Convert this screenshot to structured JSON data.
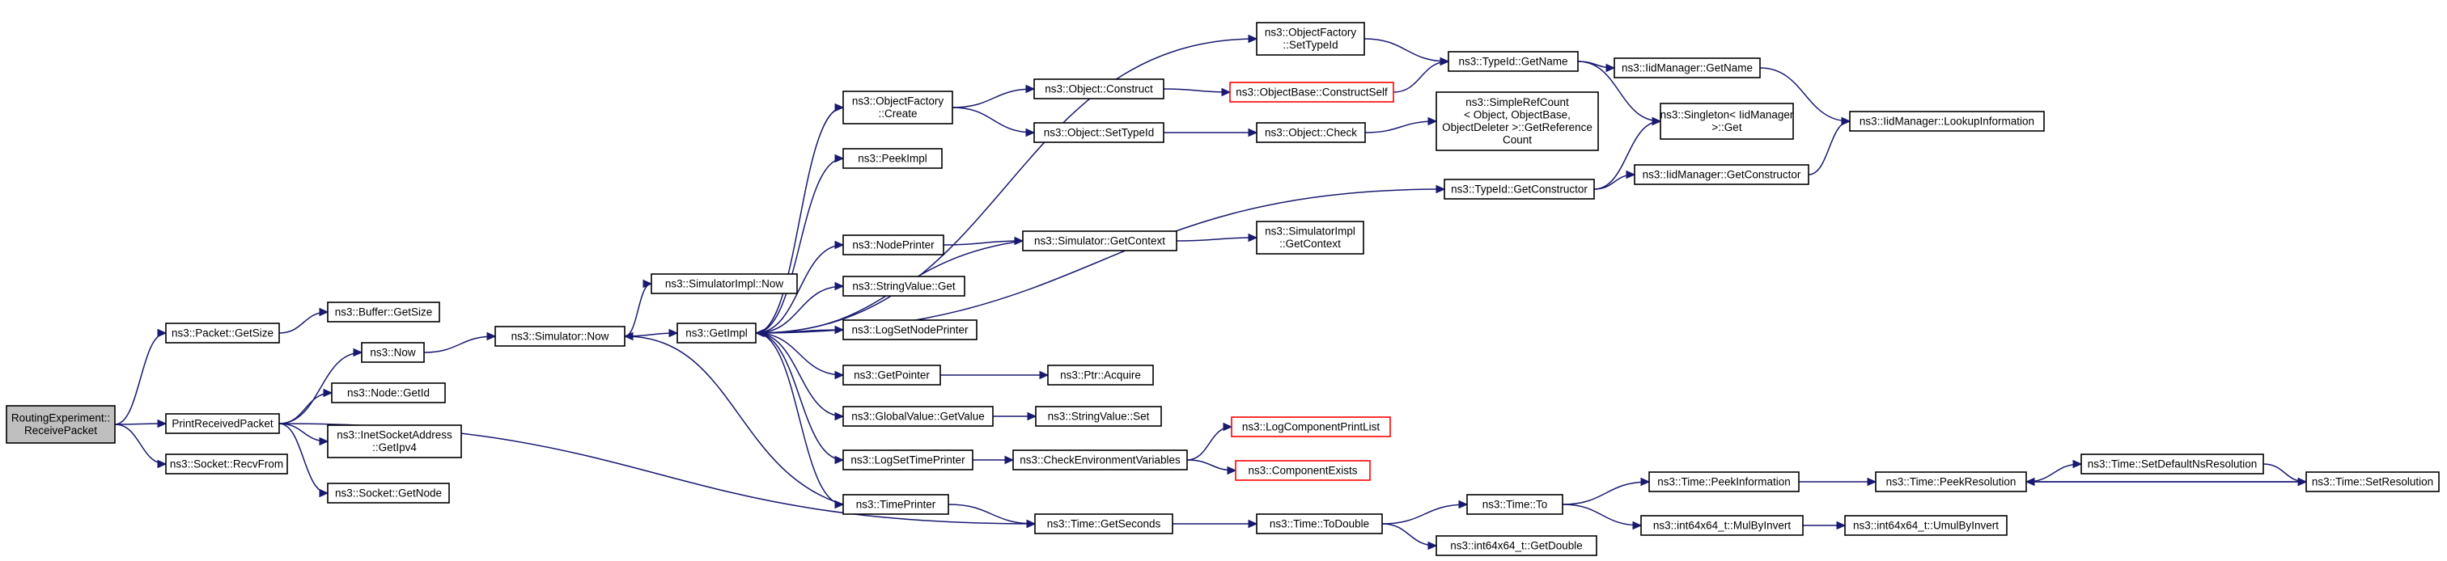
{
  "nodes": [
    {
      "id": "n0",
      "lines": [
        "RoutingExperiment::",
        "ReceivePacket"
      ],
      "style": "highlight"
    },
    {
      "id": "n1",
      "lines": [
        "ns3::Packet::GetSize"
      ],
      "style": "normal"
    },
    {
      "id": "n2",
      "lines": [
        "PrintReceivedPacket"
      ],
      "style": "normal"
    },
    {
      "id": "n3",
      "lines": [
        "ns3::Socket::RecvFrom"
      ],
      "style": "normal"
    },
    {
      "id": "n4",
      "lines": [
        "ns3::Buffer::GetSize"
      ],
      "style": "normal"
    },
    {
      "id": "n5",
      "lines": [
        "ns3::Now"
      ],
      "style": "normal"
    },
    {
      "id": "n6",
      "lines": [
        "ns3::Node::GetId"
      ],
      "style": "normal"
    },
    {
      "id": "n7",
      "lines": [
        "ns3::InetSocketAddress",
        "::GetIpv4"
      ],
      "style": "normal"
    },
    {
      "id": "n8",
      "lines": [
        "ns3::Socket::GetNode"
      ],
      "style": "normal"
    },
    {
      "id": "n9",
      "lines": [
        "ns3::Time::GetSeconds"
      ],
      "style": "normal"
    },
    {
      "id": "n10",
      "lines": [
        "ns3::Simulator::Now"
      ],
      "style": "normal"
    },
    {
      "id": "n11",
      "lines": [
        "ns3::SimulatorImpl::Now"
      ],
      "style": "normal"
    },
    {
      "id": "n12",
      "lines": [
        "ns3::GetImpl"
      ],
      "style": "normal"
    },
    {
      "id": "n13",
      "lines": [
        "ns3::ObjectFactory",
        "::Create"
      ],
      "style": "normal"
    },
    {
      "id": "n14",
      "lines": [
        "ns3::PeekImpl"
      ],
      "style": "normal"
    },
    {
      "id": "n15",
      "lines": [
        "ns3::NodePrinter"
      ],
      "style": "normal"
    },
    {
      "id": "n16",
      "lines": [
        "ns3::StringValue::Get"
      ],
      "style": "normal"
    },
    {
      "id": "n17",
      "lines": [
        "ns3::LogSetNodePrinter"
      ],
      "style": "normal"
    },
    {
      "id": "n18",
      "lines": [
        "ns3::GetPointer"
      ],
      "style": "normal"
    },
    {
      "id": "n19",
      "lines": [
        "ns3::GlobalValue::GetValue"
      ],
      "style": "normal"
    },
    {
      "id": "n20",
      "lines": [
        "ns3::LogSetTimePrinter"
      ],
      "style": "normal"
    },
    {
      "id": "n21",
      "lines": [
        "ns3::TimePrinter"
      ],
      "style": "normal"
    },
    {
      "id": "n22",
      "lines": [
        "ns3::ObjectFactory",
        "::SetTypeId"
      ],
      "style": "normal"
    },
    {
      "id": "n23",
      "lines": [
        "ns3::Object::Construct"
      ],
      "style": "normal"
    },
    {
      "id": "n24",
      "lines": [
        "ns3::Object::SetTypeId"
      ],
      "style": "normal"
    },
    {
      "id": "n25",
      "lines": [
        "ns3::ObjectBase::ConstructSelf"
      ],
      "style": "red"
    },
    {
      "id": "n26",
      "lines": [
        "ns3::Object::Check"
      ],
      "style": "normal"
    },
    {
      "id": "n27",
      "lines": [
        "ns3::TypeId::GetName"
      ],
      "style": "normal"
    },
    {
      "id": "n28",
      "lines": [
        "ns3::SimpleRefCount",
        "< Object, ObjectBase,",
        "ObjectDeleter >::GetReference",
        "Count"
      ],
      "style": "normal"
    },
    {
      "id": "n29",
      "lines": [
        "ns3::TypeId::GetConstructor"
      ],
      "style": "normal"
    },
    {
      "id": "n30",
      "lines": [
        "ns3::IidManager::GetName"
      ],
      "style": "normal"
    },
    {
      "id": "n31",
      "lines": [
        "ns3::Singleton< IidManager",
        " >::Get"
      ],
      "style": "normal"
    },
    {
      "id": "n32",
      "lines": [
        "ns3::IidManager::GetConstructor"
      ],
      "style": "normal"
    },
    {
      "id": "n33",
      "lines": [
        "ns3::IidManager::LookupInformation"
      ],
      "style": "normal"
    },
    {
      "id": "n34",
      "lines": [
        "ns3::Simulator::GetContext"
      ],
      "style": "normal"
    },
    {
      "id": "n35",
      "lines": [
        "ns3::SimulatorImpl",
        "::GetContext"
      ],
      "style": "normal"
    },
    {
      "id": "n36",
      "lines": [
        "ns3::Ptr::Acquire"
      ],
      "style": "normal"
    },
    {
      "id": "n37",
      "lines": [
        "ns3::StringValue::Set"
      ],
      "style": "normal"
    },
    {
      "id": "n38",
      "lines": [
        "ns3::CheckEnvironmentVariables"
      ],
      "style": "normal"
    },
    {
      "id": "n39",
      "lines": [
        "ns3::LogComponentPrintList"
      ],
      "style": "red"
    },
    {
      "id": "n40",
      "lines": [
        "ns3::ComponentExists"
      ],
      "style": "red"
    },
    {
      "id": "n41",
      "lines": [
        "ns3::Time::ToDouble"
      ],
      "style": "normal"
    },
    {
      "id": "n42",
      "lines": [
        "ns3::Time::To"
      ],
      "style": "normal"
    },
    {
      "id": "n43",
      "lines": [
        "ns3::int64x64_t::GetDouble"
      ],
      "style": "normal"
    },
    {
      "id": "n44",
      "lines": [
        "ns3::Time::PeekInformation"
      ],
      "style": "normal"
    },
    {
      "id": "n45",
      "lines": [
        "ns3::int64x64_t::MulByInvert"
      ],
      "style": "normal"
    },
    {
      "id": "n46",
      "lines": [
        "ns3::Time::PeekResolution"
      ],
      "style": "normal"
    },
    {
      "id": "n47",
      "lines": [
        "ns3::int64x64_t::UmulByInvert"
      ],
      "style": "normal"
    },
    {
      "id": "n48",
      "lines": [
        "ns3::Time::SetDefaultNsResolution"
      ],
      "style": "normal"
    },
    {
      "id": "n49",
      "lines": [
        "ns3::Time::SetResolution"
      ],
      "style": "normal"
    }
  ],
  "edges": [
    [
      "n0",
      "n1"
    ],
    [
      "n0",
      "n2"
    ],
    [
      "n0",
      "n3"
    ],
    [
      "n1",
      "n4"
    ],
    [
      "n2",
      "n5"
    ],
    [
      "n2",
      "n6"
    ],
    [
      "n2",
      "n7"
    ],
    [
      "n2",
      "n8"
    ],
    [
      "n2",
      "n9"
    ],
    [
      "n5",
      "n10"
    ],
    [
      "n10",
      "n11"
    ],
    [
      "n10",
      "n12"
    ],
    [
      "n12",
      "n13"
    ],
    [
      "n12",
      "n14"
    ],
    [
      "n12",
      "n15"
    ],
    [
      "n12",
      "n16"
    ],
    [
      "n12",
      "n17"
    ],
    [
      "n12",
      "n18"
    ],
    [
      "n12",
      "n19"
    ],
    [
      "n12",
      "n20"
    ],
    [
      "n12",
      "n21"
    ],
    [
      "n12",
      "n22"
    ],
    [
      "n12",
      "n29"
    ],
    [
      "n13",
      "n23"
    ],
    [
      "n13",
      "n24"
    ],
    [
      "n23",
      "n25"
    ],
    [
      "n24",
      "n26"
    ],
    [
      "n25",
      "n27"
    ],
    [
      "n26",
      "n28"
    ],
    [
      "n22",
      "n27"
    ],
    [
      "n27",
      "n30"
    ],
    [
      "n27",
      "n31"
    ],
    [
      "n29",
      "n31"
    ],
    [
      "n29",
      "n32"
    ],
    [
      "n30",
      "n33"
    ],
    [
      "n32",
      "n33"
    ],
    [
      "n15",
      "n34"
    ],
    [
      "n34",
      "n35"
    ],
    [
      "n34",
      "n12"
    ],
    [
      "n18",
      "n36"
    ],
    [
      "n19",
      "n37"
    ],
    [
      "n20",
      "n38"
    ],
    [
      "n38",
      "n39"
    ],
    [
      "n38",
      "n40"
    ],
    [
      "n21",
      "n9"
    ],
    [
      "n21",
      "n10"
    ],
    [
      "n9",
      "n41"
    ],
    [
      "n41",
      "n42"
    ],
    [
      "n41",
      "n43"
    ],
    [
      "n42",
      "n44"
    ],
    [
      "n42",
      "n45"
    ],
    [
      "n44",
      "n46"
    ],
    [
      "n45",
      "n47"
    ],
    [
      "n46",
      "n48"
    ],
    [
      "n46",
      "n49"
    ],
    [
      "n48",
      "n49"
    ],
    [
      "n49",
      "n46"
    ]
  ]
}
